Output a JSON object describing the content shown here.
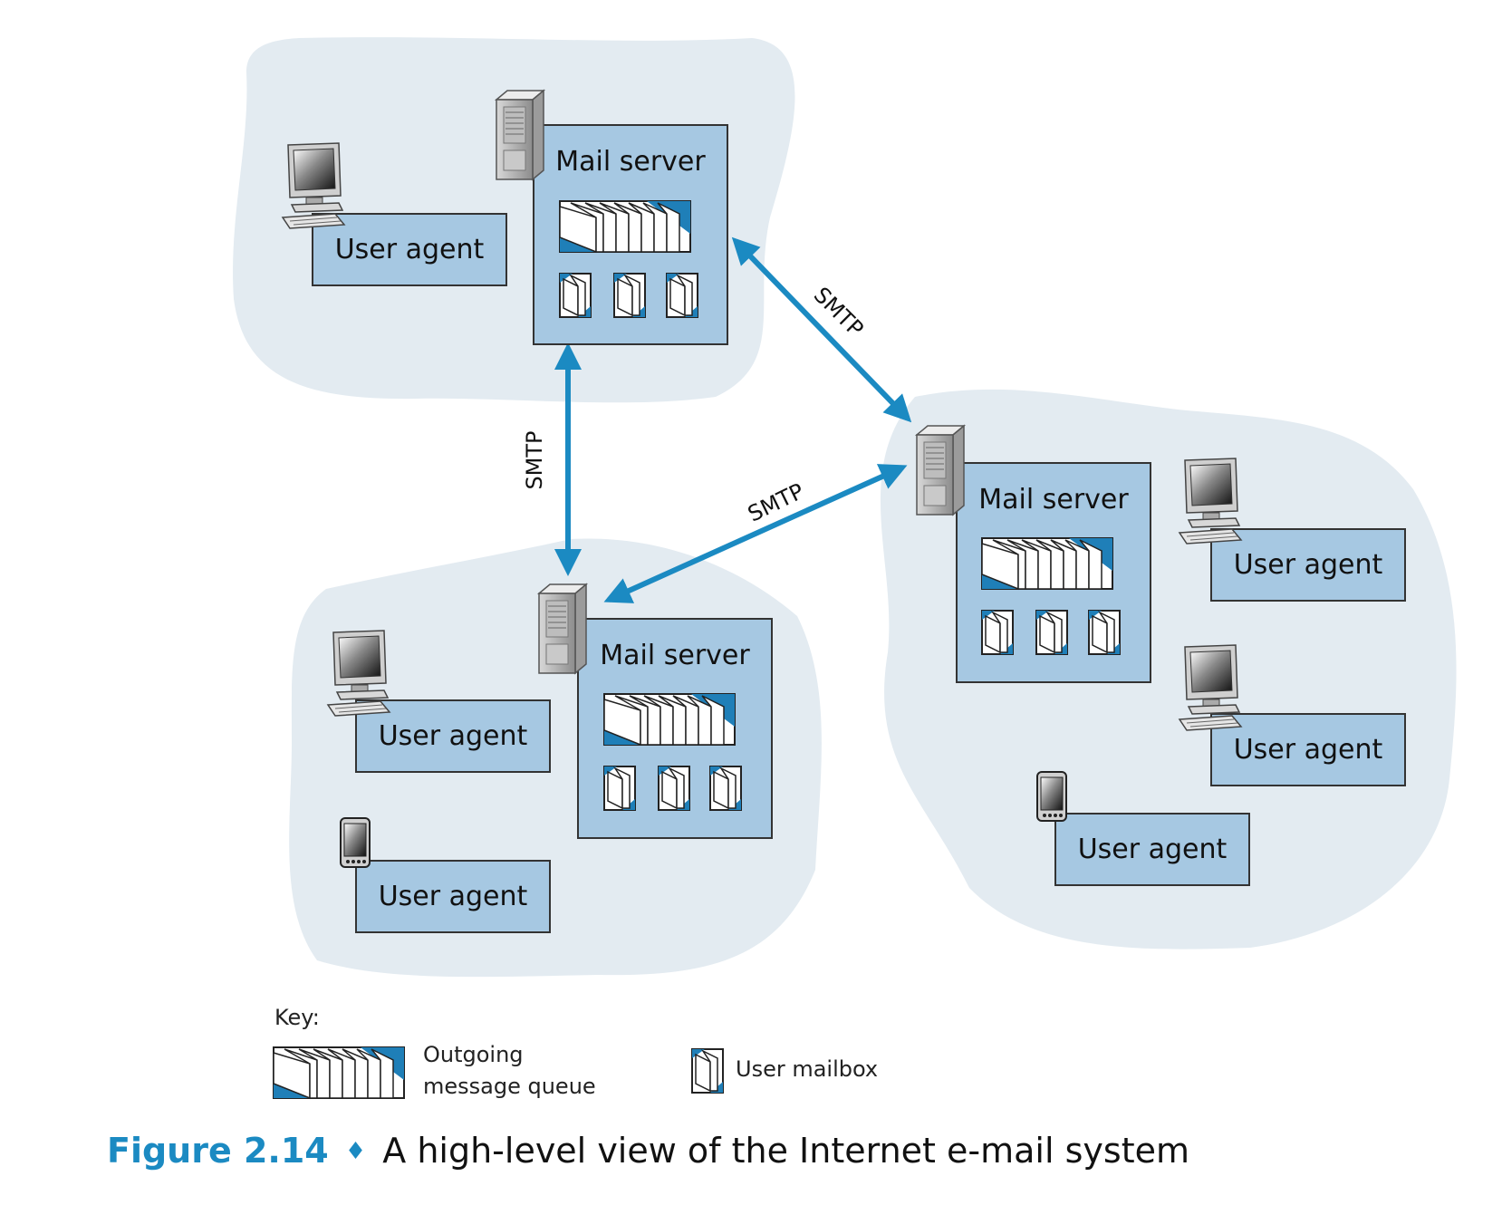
{
  "labels": {
    "mail_server": "Mail server",
    "user_agent": "User agent",
    "smtp": "SMTP"
  },
  "key": {
    "title": "Key:",
    "queue_line1": "Outgoing",
    "queue_line2": "message queue",
    "mailbox": "User mailbox"
  },
  "caption": {
    "figure": "Figure 2.14",
    "diamond": "♦",
    "text": "A high-level view of the Internet e-mail system"
  },
  "colors": {
    "cloud": "#e3ebf1",
    "box": "#a6c8e2",
    "arrow": "#1b8ac2",
    "dark_blue": "#1f7fb8"
  },
  "icons": [
    "server-icon",
    "desktop-computer-icon",
    "smartphone-icon",
    "message-queue-icon",
    "mailbox-icon"
  ]
}
